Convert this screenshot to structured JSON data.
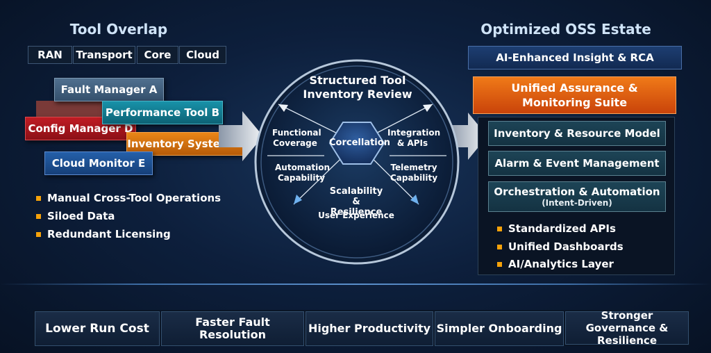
{
  "left": {
    "title": "Tool Overlap",
    "tags": [
      "RAN",
      "Transport",
      "Core",
      "Cloud"
    ],
    "tools": {
      "fault": "Fault Manager A",
      "perf": "Performance Tool B",
      "config": "Config Manager D",
      "inventory": "Inventory System C",
      "cloud": "Cloud Monitor E"
    },
    "bullets": [
      "Manual Cross-Tool Operations",
      "Siloed Data",
      "Redundant Licensing"
    ]
  },
  "center": {
    "title": "Structured Tool Inventory Review",
    "hub": "Corcellation",
    "spokes": {
      "functional": "Functional Coverage",
      "integration": "Integration & APIs",
      "automation": "Automation Capability",
      "telemetry": "Telemetry Capability",
      "scalability": "Scalability & Resilience",
      "ux": "User Experience"
    }
  },
  "right": {
    "title": "Optimized OSS Estate",
    "top_bar": "AI-Enhanced Insight & RCA",
    "suite": "Unified Assurance & Monitoring Suite",
    "modules": [
      "Inventory & Resource Model",
      "Alarm & Event Management",
      "Orchestration & Automation"
    ],
    "modules_note": "(Intent-Driven)",
    "bullets": [
      "Standardized APIs",
      "Unified Dashboards",
      "AI/Analytics Layer"
    ]
  },
  "benefits": [
    "Lower Run Cost",
    "Faster Fault Resolution",
    "Higher Productivity",
    "Simpler Onboarding",
    "Stronger Governance & Resilience"
  ],
  "colors": {
    "accent_orange": "#e8620e",
    "bullet_orange": "#f5a20a",
    "fault_tool": "#3d5a78",
    "perf_tool": "#137c91",
    "config_tool": "#a8141c",
    "inventory_tool": "#d57310",
    "cloud_tool": "#1c4f92"
  }
}
